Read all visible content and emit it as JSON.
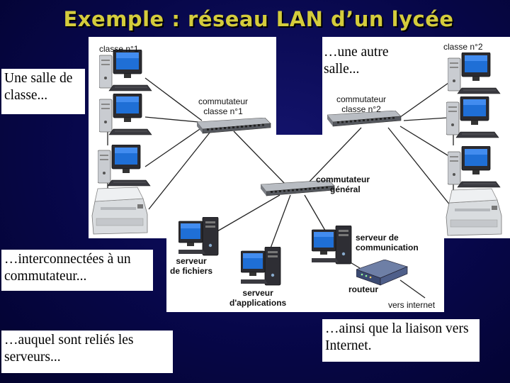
{
  "title": "Exemple : réseau LAN d’un lycée",
  "captions": {
    "room1": "Une salle de classe...",
    "room2": "…une autre salle...",
    "interconnect": "…interconnectées à un commutateur...",
    "servers": "…auquel sont reliés les serveurs...",
    "internet": "…ainsi que la liaison vers Internet."
  },
  "labels": {
    "room1": "classe n°1",
    "room2": "classe n°2",
    "switch1_line1": "commutateur",
    "switch1_line2": "classe n°1",
    "switch2_line1": "commutateur",
    "switch2_line2": "classe n°2",
    "main_switch_line1": "commutateur",
    "main_switch_line2": "général",
    "file_server_line1": "serveur",
    "file_server_line2": "de fichiers",
    "app_server_line1": "serveur",
    "app_server_line2": "d'applications",
    "comm_server_line1": "serveur de",
    "comm_server_line2": "communication",
    "router": "routeur",
    "internet": "vers internet"
  },
  "colors": {
    "background": "#07074a",
    "title": "#d4cc3c",
    "link": "#222222"
  }
}
